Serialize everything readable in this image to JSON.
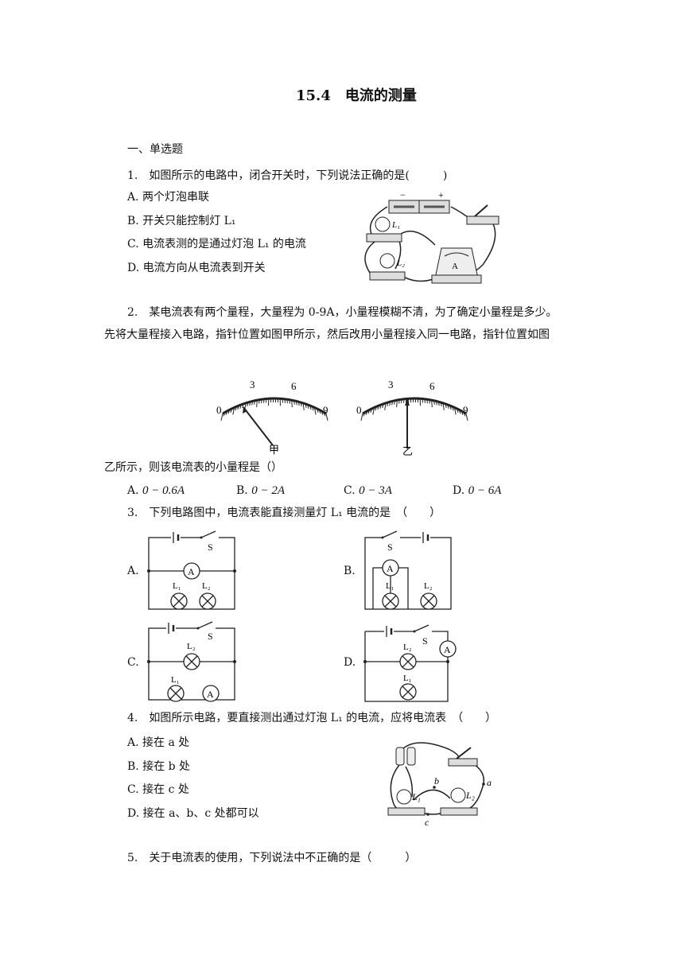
{
  "title": "15.4　电流的测量",
  "section": "一、单选题",
  "q1": {
    "stem": "1.　如图所示的电路中，闭合开关时，下列说法正确的是(　　　)",
    "options": [
      "A. 两个灯泡串联",
      "B. 开关只能控制灯 L₁",
      "C. 电流表测的是通过灯泡 L₁ 的电流",
      "D. 电流方向从电流表到开关"
    ],
    "figure_labels": {
      "minus": "−",
      "plus": "+",
      "l1": "L₁",
      "l2": "L₂",
      "ammeter": "A"
    }
  },
  "q2": {
    "stem_line1": "2.　某电流表有两个量程，大量程为 0-9A，小量程模糊不清，为了确定小量程是多少。",
    "stem_line2": "先将大量程接入电路，指针位置如图甲所示，然后改用小量程接入同一电路，指针位置如图",
    "stem_line3": "乙所示，则该电流表的小量程是（）",
    "dial_ticks": [
      "0",
      "3",
      "6",
      "9"
    ],
    "dial_labels": [
      "甲",
      "乙"
    ],
    "options": [
      "A.",
      "B.",
      "C.",
      "D."
    ],
    "option_values": [
      "0 − 0.6A",
      "0 − 2A",
      "0 − 3A",
      "0 − 6A"
    ]
  },
  "q3": {
    "stem": "3.　下列电路图中，电流表能直接测量灯 L₁ 电流的是　（　　）",
    "option_letters": [
      "A.",
      "B.",
      "C.",
      "D."
    ],
    "circuit_labels": {
      "switch": "S",
      "ammeter": "A",
      "l1": "L₁",
      "l2": "L₂"
    }
  },
  "q4": {
    "stem": "4.　如图所示电路，要直接测出通过灯泡 L₁ 的电流，应将电流表　（　　）",
    "options": [
      "A. 接在 a 处",
      "B. 接在 b 处",
      "C. 接在 c 处",
      "D. 接在 a、b、c 处都可以"
    ],
    "figure_labels": {
      "a": "a",
      "b": "b",
      "c": "c",
      "l1": "L₁",
      "l2": "L₂"
    }
  },
  "q5": {
    "stem": "5.　关于电流表的使用，下列说法中不正确的是（　　　）"
  }
}
